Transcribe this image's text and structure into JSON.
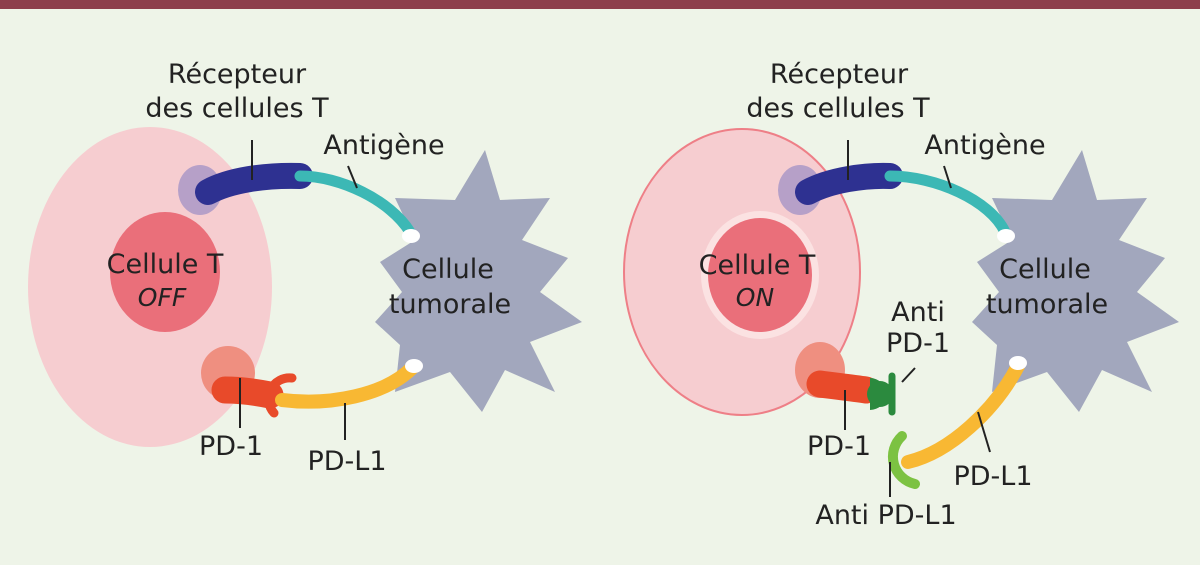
{
  "colors": {
    "top_bar": "#8d3f4c",
    "background": "#eef4e8",
    "t_cell_outer": "#f6cdd0",
    "t_cell_nucleus": "#ea6f7a",
    "tcr": "#2e3191",
    "antigen": "#3cb8b5",
    "tumor": "#a2a7bd",
    "pd1": "#e84a2a",
    "pdl1": "#f8b833",
    "anti_pd1": "#2b8a3e",
    "anti_pdl1": "#7cc242"
  },
  "left_panel": {
    "receptor_line1": "Récepteur",
    "receptor_line2": "des cellules T",
    "antigen": "Antigène",
    "t_cell_line1": "Cellule T",
    "t_cell_state": "OFF",
    "tumor_line1": "Cellule",
    "tumor_line2": "tumorale",
    "pd1": "PD-1",
    "pdl1": "PD-L1"
  },
  "right_panel": {
    "receptor_line1": "Récepteur",
    "receptor_line2": "des cellules T",
    "antigen": "Antigène",
    "t_cell_line1": "Cellule T",
    "t_cell_state": "ON",
    "tumor_line1": "Cellule",
    "tumor_line2": "tumorale",
    "anti_pd1_line1": "Anti",
    "anti_pd1_line2": "PD-1",
    "pd1": "PD-1",
    "pdl1": "PD-L1",
    "anti_pdl1": "Anti PD-L1"
  }
}
